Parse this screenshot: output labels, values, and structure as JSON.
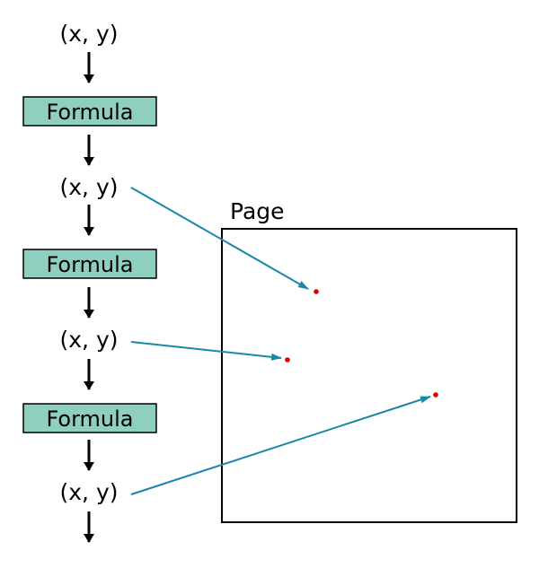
{
  "pipeline": {
    "coords": [
      {
        "label": "(x, y)"
      },
      {
        "label": "(x, y)"
      },
      {
        "label": "(x, y)"
      },
      {
        "label": "(x, y)"
      }
    ],
    "formulas": [
      {
        "label": "Formula"
      },
      {
        "label": "Formula"
      },
      {
        "label": "Formula"
      }
    ]
  },
  "page": {
    "label": "Page"
  },
  "colors": {
    "formula_fill": "#8ecfbf",
    "mapping_arrow": "#1a87a8",
    "point": "#e00000",
    "flow_arrow": "#000000",
    "page_border": "#000000"
  }
}
